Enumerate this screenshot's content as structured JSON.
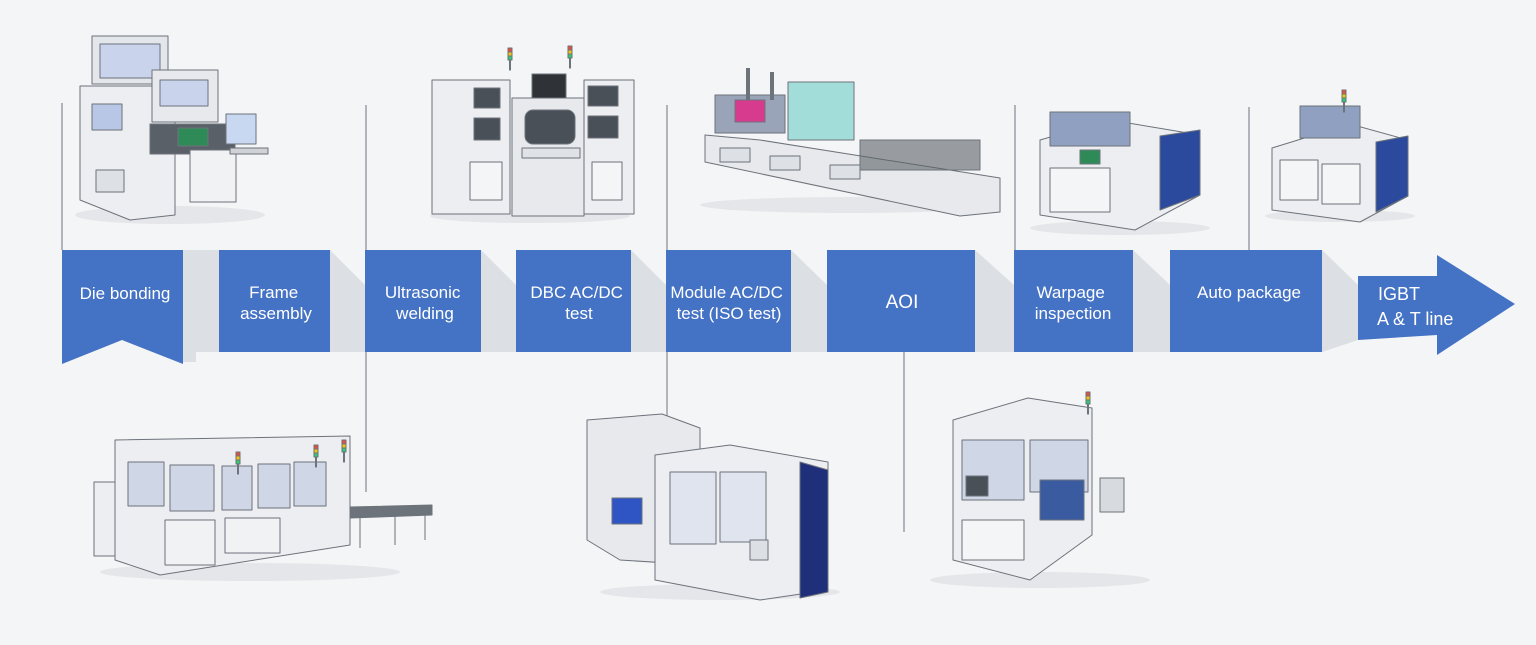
{
  "process_steps": [
    {
      "label_lines": [
        "Die bonding"
      ]
    },
    {
      "label_lines": [
        "Frame",
        "assembly"
      ]
    },
    {
      "label_lines": [
        "Ultrasonic",
        "welding"
      ]
    },
    {
      "label_lines": [
        "DBC AC/DC",
        "test"
      ]
    },
    {
      "label_lines": [
        "Module AC/DC",
        "test (ISO test)"
      ]
    },
    {
      "label_lines": [
        "AOI"
      ]
    },
    {
      "label_lines": [
        "Warpage",
        "inspection"
      ]
    },
    {
      "label_lines": [
        "Auto package"
      ]
    }
  ],
  "final_step": {
    "label_lines": [
      "IGBT",
      "A & T line"
    ]
  },
  "colors": {
    "box_fill": "#4472c4",
    "text": "#ffffff",
    "connector": "#dcdfe3",
    "machine_body": "#eceef1"
  },
  "machines": [
    {
      "icon": "die-bonding-machine-icon"
    },
    {
      "icon": "frame-assembly-machine-icon"
    },
    {
      "icon": "ultrasonic-welding-machine-icon"
    },
    {
      "icon": "dbc-test-machine-icon"
    },
    {
      "icon": "module-test-machine-icon"
    },
    {
      "icon": "aoi-machine-icon"
    },
    {
      "icon": "warpage-inspection-machine-icon"
    },
    {
      "icon": "auto-package-machine-icon"
    }
  ]
}
